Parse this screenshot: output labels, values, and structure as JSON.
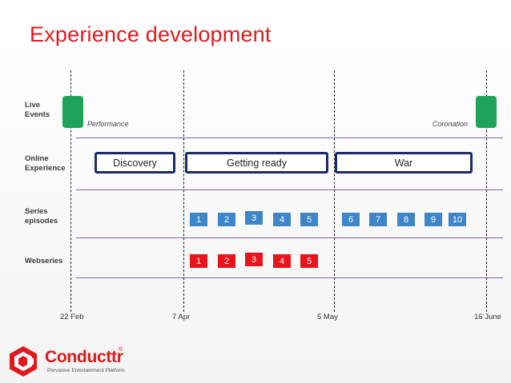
{
  "title": "Experience development",
  "rows": {
    "live_events": [
      "Live",
      "Events"
    ],
    "online_experience": [
      "Online",
      "Experience"
    ],
    "series_episodes": [
      "Series",
      "episodes"
    ],
    "webseries": "Webseries"
  },
  "live_events": {
    "performance": "Performance",
    "coronation": "Coronation"
  },
  "phases": {
    "discovery": "Discovery",
    "getting_ready": "Getting ready",
    "war": "War"
  },
  "series_episodes": [
    "1",
    "2",
    "3",
    "4",
    "5",
    "6",
    "7",
    "8",
    "9",
    "10"
  ],
  "webseries_episodes": [
    "1",
    "2",
    "3",
    "4",
    "5"
  ],
  "dates": {
    "d1": "22 Feb",
    "d2": "7 Apr",
    "d3": "5 May",
    "d4": "16 June"
  },
  "logo": {
    "name": "Conducttr",
    "registered": "®",
    "tagline": "Pervasive Entertainment Platform"
  },
  "colors": {
    "title_red": "#e0191e",
    "event_green": "#1fa35b",
    "phase_border": "#1a2b6b",
    "series_blue": "#3d86c8",
    "webseries_red": "#e8141c"
  }
}
